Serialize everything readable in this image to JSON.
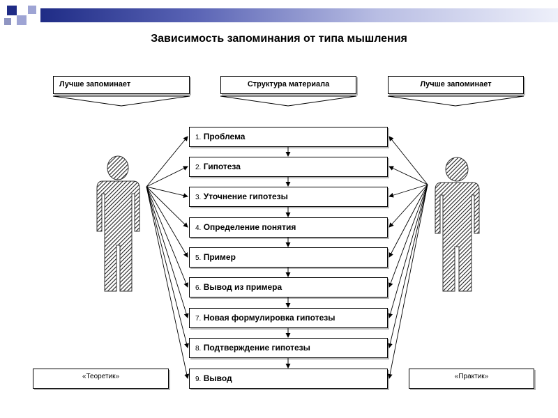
{
  "title": "Зависимость запоминания от типа мышления",
  "headers": {
    "left": "Лучше запоминает",
    "center": "Структура материала",
    "right": "Лучше запоминает"
  },
  "steps": [
    {
      "num": "1.",
      "label": "Проблема"
    },
    {
      "num": "2.",
      "label": "Гипотеза"
    },
    {
      "num": "3.",
      "label": "Уточнение гипотезы"
    },
    {
      "num": "4.",
      "label": "Определение понятия"
    },
    {
      "num": "5.",
      "label": "Пример"
    },
    {
      "num": "6.",
      "label": "Вывод из примера"
    },
    {
      "num": "7.",
      "label": "Новая формулировка гипотезы"
    },
    {
      "num": "8.",
      "label": "Подтверждение гипотезы"
    },
    {
      "num": "9.",
      "label": "Вывод"
    }
  ],
  "roles": {
    "left": "«Теоретик»",
    "right": "«Практик»"
  },
  "icons": {
    "left_figure": "person-icon",
    "right_figure": "person-icon"
  }
}
